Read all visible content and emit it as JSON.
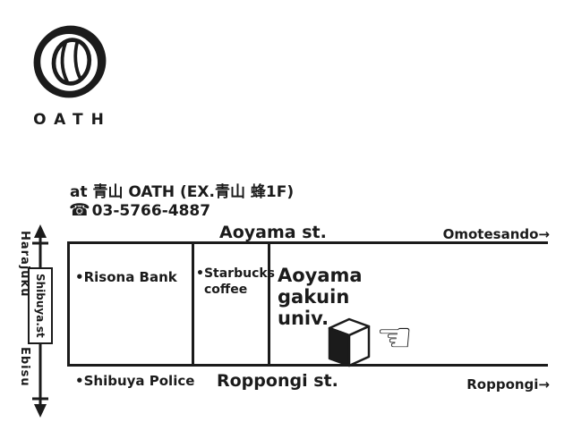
{
  "logo": {
    "wordmark": "OATH"
  },
  "info": {
    "address": "at 青山 OATH (EX.青山 蜂1F)",
    "phone_icon": "☎",
    "phone": "03-5766-4887"
  },
  "map": {
    "top_street": "Aoyama st.",
    "top_direction": "Omotesando→",
    "bottom_street": "Roppongi st.",
    "bottom_direction": "Roppongi→",
    "railway": {
      "north_label": "Harajuku",
      "station": "Shibuya.st",
      "south_label": "Ebisu"
    },
    "landmarks": {
      "bank": "•Risona Bank",
      "cafe_line1": "•Starbucks",
      "cafe_line2": "coffee",
      "univ_line1": "Aoyama",
      "univ_line2": "gakuin",
      "univ_line3": "univ.",
      "police": "•Shibuya Police"
    },
    "pointer": "☜"
  },
  "colors": {
    "ink": "#1b1b1b",
    "background": "#ffffff"
  }
}
